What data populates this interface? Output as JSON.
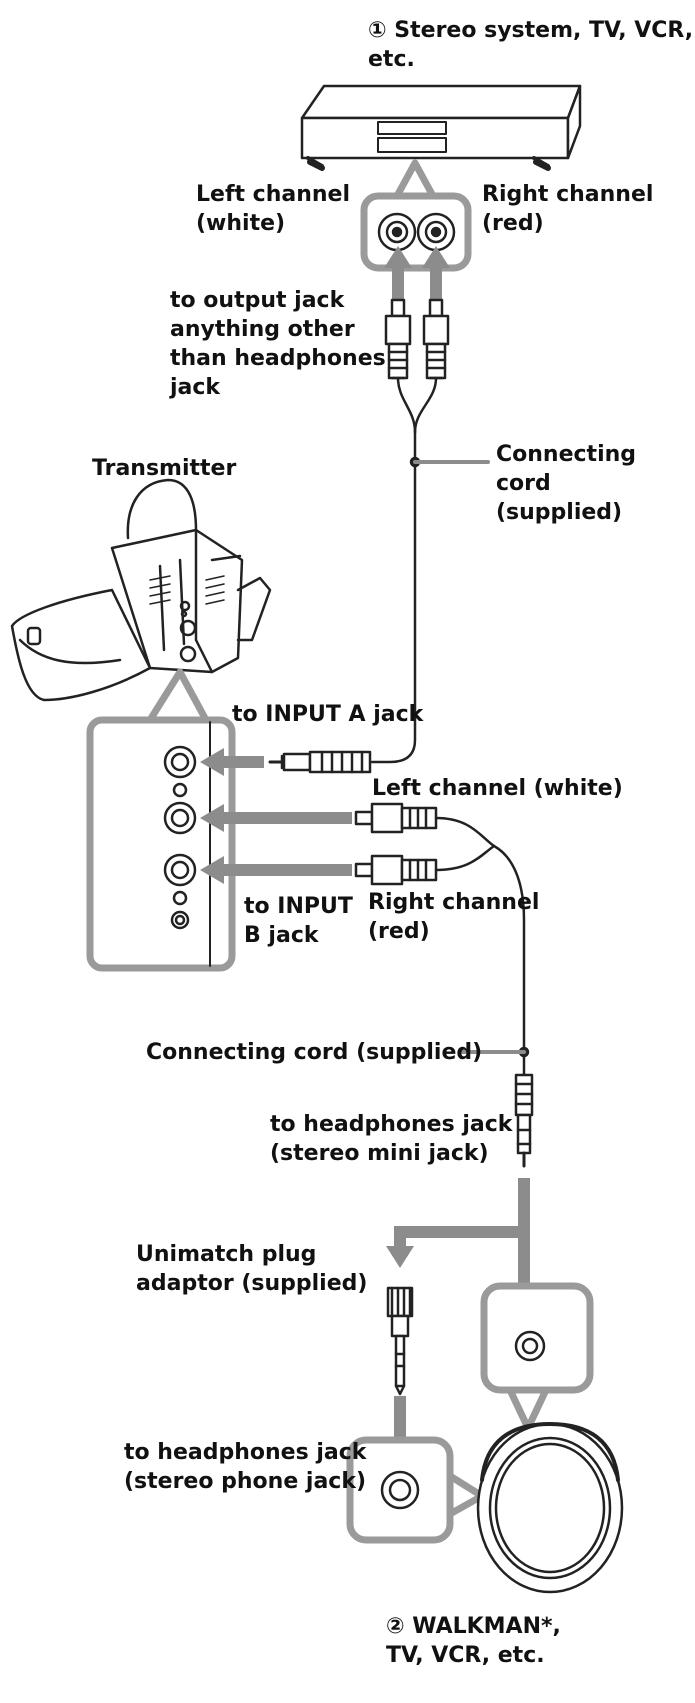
{
  "colors": {
    "ink": "#222222",
    "arrow": "#8c8c8c",
    "box": "#9a9a9a",
    "paper": "#ffffff"
  },
  "labels": {
    "source_title": "① Stereo system, TV, VCR,\netc.",
    "left_channel_top": "Left channel\n(white)",
    "right_channel_top": "Right channel\n(red)",
    "output_jack_note": "to output jack\nanything other\nthan headphones\njack",
    "connecting_cord_top": "Connecting\ncord\n(supplied)",
    "transmitter": "Transmitter",
    "input_a": "to INPUT A jack",
    "left_channel_mid": "Left channel (white)",
    "input_b": "to INPUT\nB jack",
    "right_channel_mid": "Right channel\n(red)",
    "connecting_cord_bottom": "Connecting cord (supplied)",
    "headphones_mini": "to headphones jack\n(stereo mini jack)",
    "unimatch": "Unimatch plug\nadaptor (supplied)",
    "headphones_phone": "to headphones jack\n(stereo phone jack)",
    "walkman": "② WALKMAN*,\nTV, VCR, etc."
  },
  "icons": [
    "stereo-system-icon",
    "rca-jack-panel-icon",
    "rca-plug-icon",
    "transmitter-icon",
    "input-jack-panel-icon",
    "stereo-mini-plug-icon",
    "unimatch-adaptor-icon",
    "walkman-icon"
  ]
}
